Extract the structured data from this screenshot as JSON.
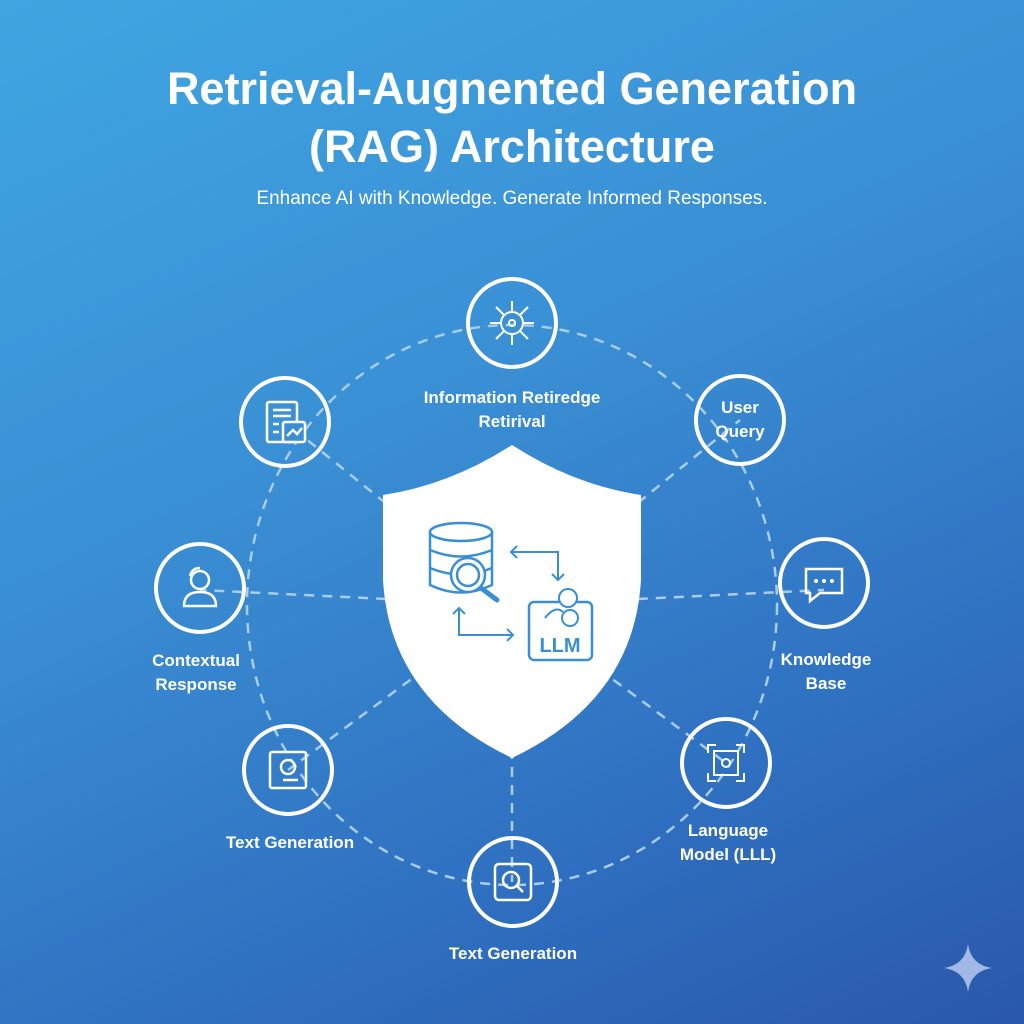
{
  "header": {
    "title_line1": "Retrieval-Augnented Generation",
    "title_line2": "(RAG) Architecture",
    "subtitle": "Enhance AI with Knowledge. Generate Informed Responses."
  },
  "center": {
    "llm_label": "LLM",
    "icons": [
      "database-search-icon",
      "llm-brain-icon",
      "exchange-arrows-icon"
    ]
  },
  "nodes": [
    {
      "id": "information-retrieval",
      "label_line1": "Information Retiredge",
      "label_line2": "Retirival",
      "icon": "network-icon"
    },
    {
      "id": "user-query",
      "label_line1": "User",
      "label_line2": "Query"
    },
    {
      "id": "knowledge-base",
      "label_line1": "Knowledge",
      "label_line2": "Base",
      "icon": "chat-bubble-icon"
    },
    {
      "id": "language-model",
      "label_line1": "Language",
      "label_line2": "Model (LLL)",
      "icon": "focus-frame-icon"
    },
    {
      "id": "text-generation-bottom",
      "label_line1": "Text Generation",
      "icon": "search-box-icon"
    },
    {
      "id": "text-generation-left",
      "label_line1": "Text Generation",
      "icon": "search-doc-icon"
    },
    {
      "id": "contextual-response",
      "label_line1": "Contextual",
      "label_line2": "Response",
      "icon": "users-icon"
    },
    {
      "id": "documents",
      "icon": "document-chart-icon"
    }
  ],
  "colors": {
    "accent": "#3a8fd4",
    "white": "#ffffff",
    "dash": "#a9cdeb"
  }
}
